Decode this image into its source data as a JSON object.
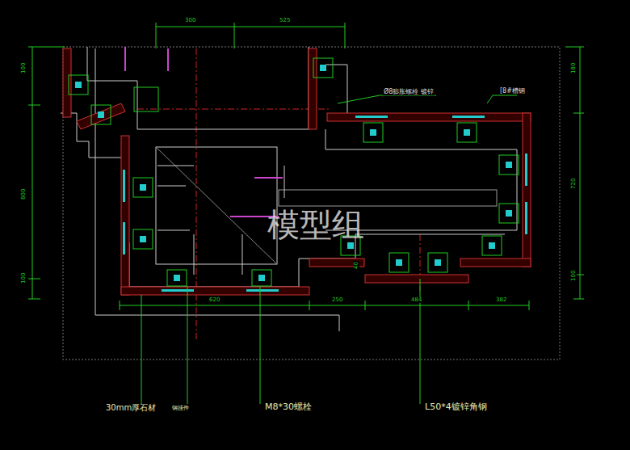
{
  "diagram": {
    "labels": [
      "300",
      "525",
      "100",
      "800",
      "100",
      "180",
      "720",
      "100",
      "620",
      "250",
      "484",
      "382",
      "40",
      "Ø8膨胀螺栓 镀锌",
      "[8#槽钢",
      "30mm厚石材",
      "钢挂件",
      "M8*30螺栓",
      "L50*4镀锌角钢",
      "模型组"
    ]
  }
}
